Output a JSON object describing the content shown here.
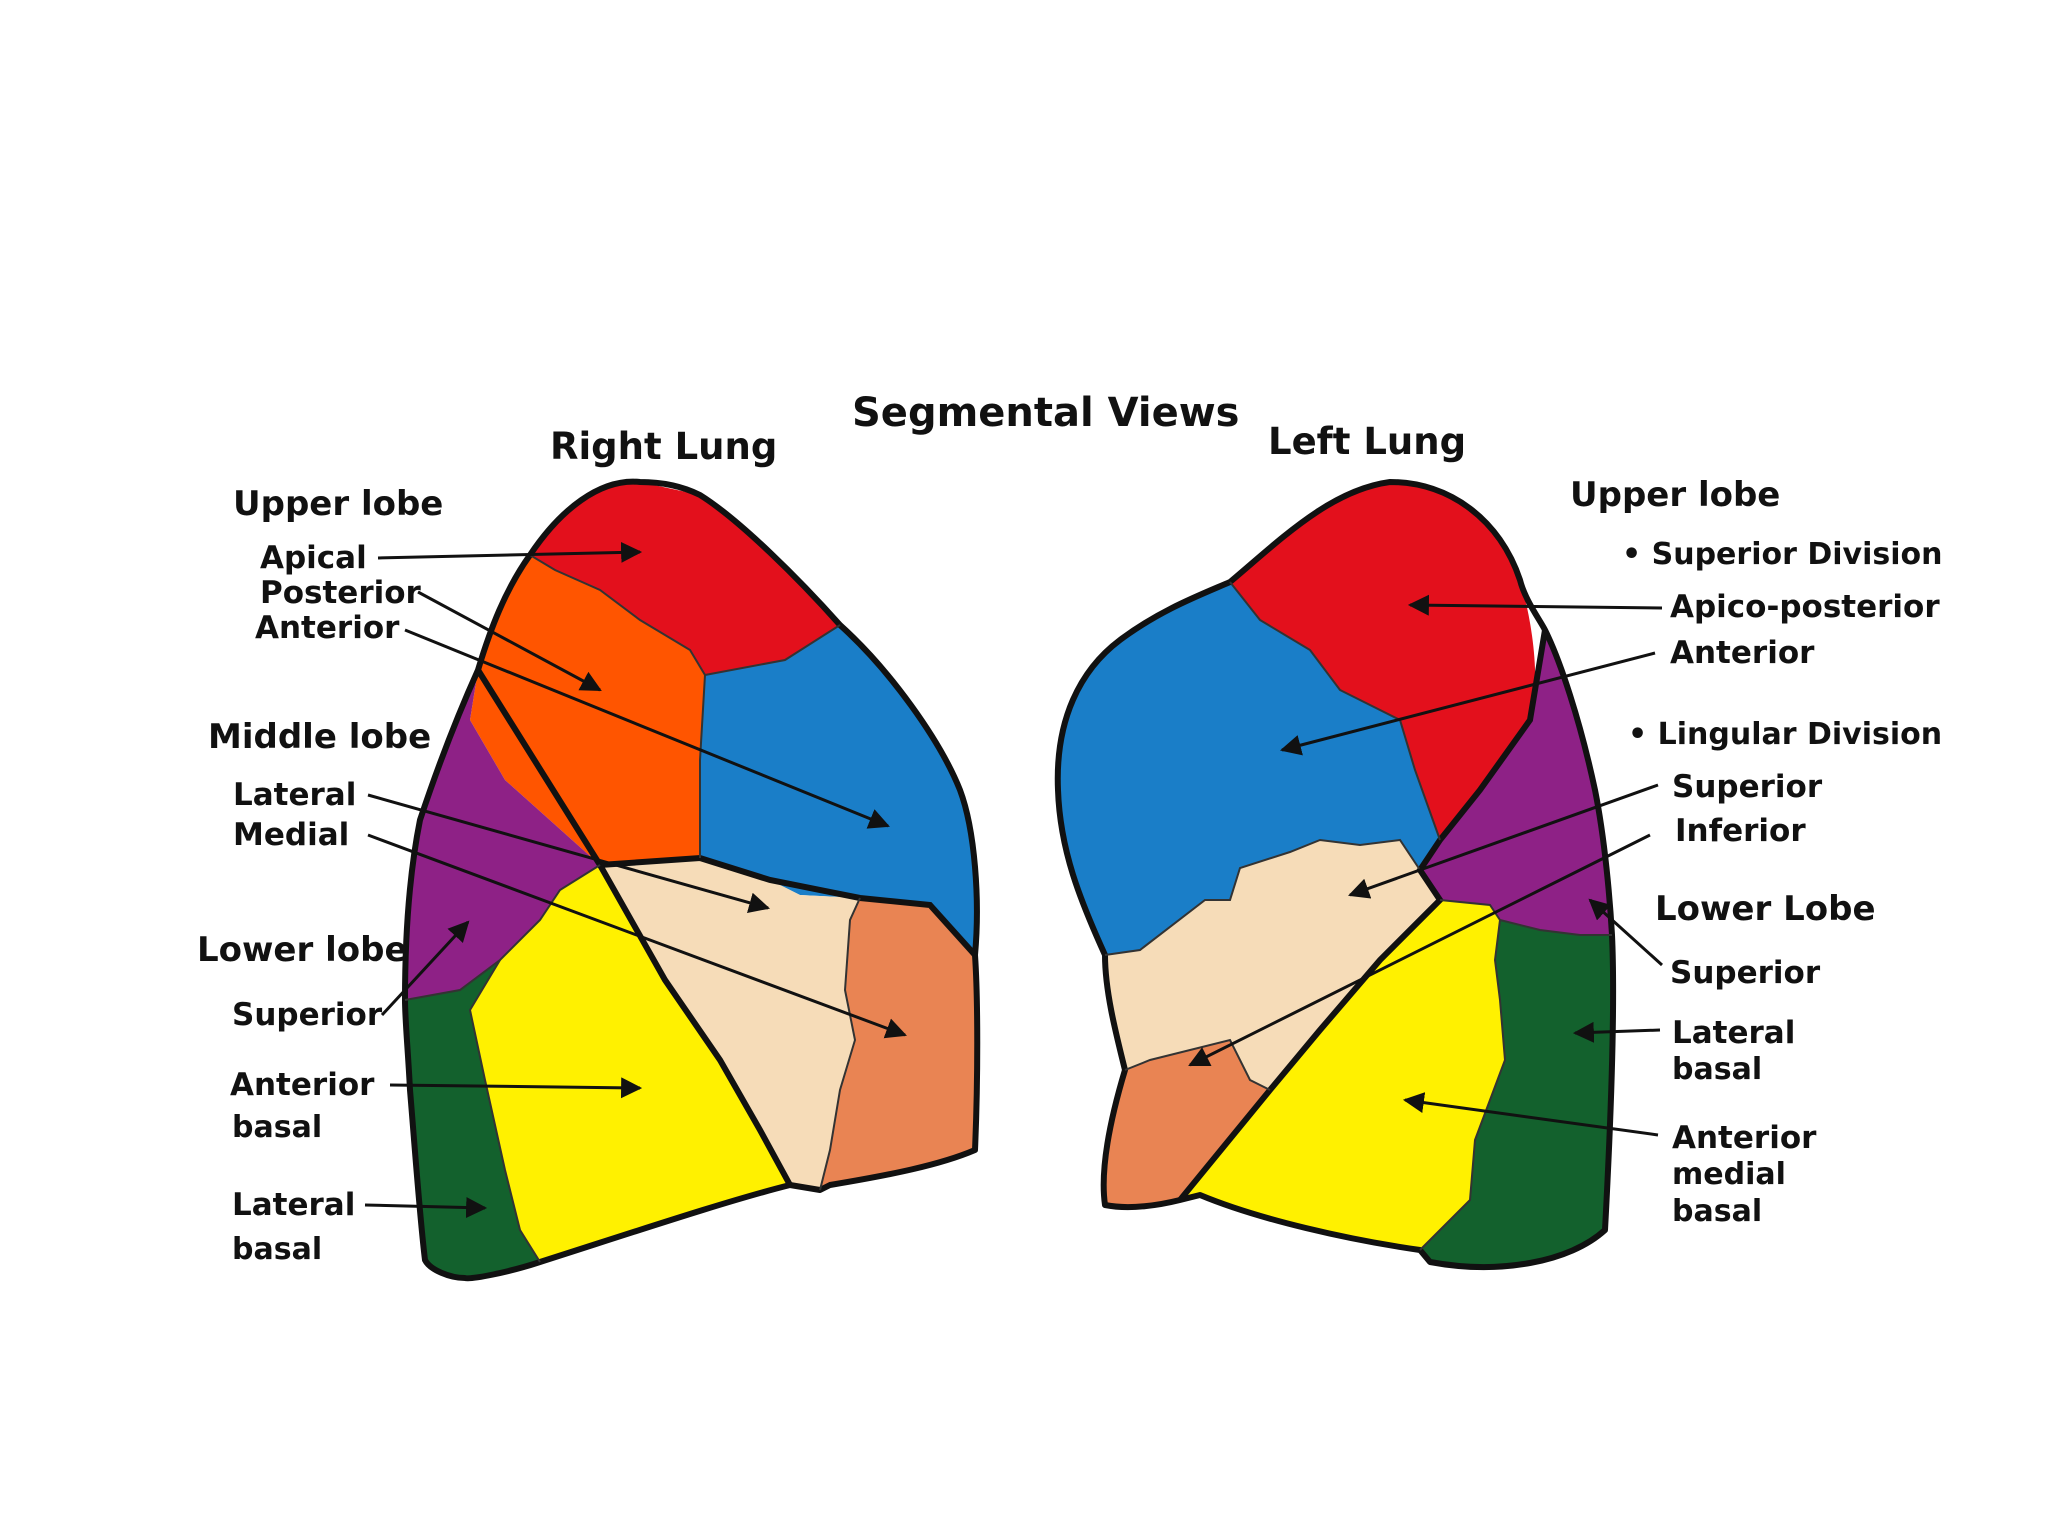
{
  "title": "Segmental Views",
  "right_lung": {
    "title": "Right Lung",
    "upper_lobe": "Upper lobe",
    "apical": "Apical",
    "posterior": "Posterior",
    "anterior": "Anterior",
    "middle_lobe": "Middle lobe",
    "lateral": "Lateral",
    "medial": "Medial",
    "lower_lobe": "Lower lobe",
    "superior": "Superior",
    "anterior_basal_1": "Anterior",
    "anterior_basal_2": "basal",
    "lateral_basal_1": "Lateral",
    "lateral_basal_2": "basal"
  },
  "left_lung": {
    "title": "Left Lung",
    "upper_lobe": "Upper lobe",
    "superior_division": "• Superior Division",
    "apico_posterior": "Apico-posterior",
    "anterior": "Anterior",
    "lingular_division": "• Lingular Division",
    "superior": "Superior",
    "inferior": "Inferior",
    "lower_lobe": "Lower Lobe",
    "lower_superior": "Superior",
    "lateral_basal_1": "Lateral",
    "lateral_basal_2": "basal",
    "anterior_medial_basal_1": "Anterior",
    "anterior_medial_basal_2": "medial",
    "anterior_medial_basal_3": "basal"
  },
  "colors": {
    "red": "#e3101c",
    "orange": "#ff5500",
    "blue": "#1a7ec8",
    "purple": "#8e2186",
    "cream": "#f6dcb8",
    "salmon": "#e98453",
    "yellow": "#fff100",
    "green": "#13612d",
    "outline": "#111111"
  }
}
